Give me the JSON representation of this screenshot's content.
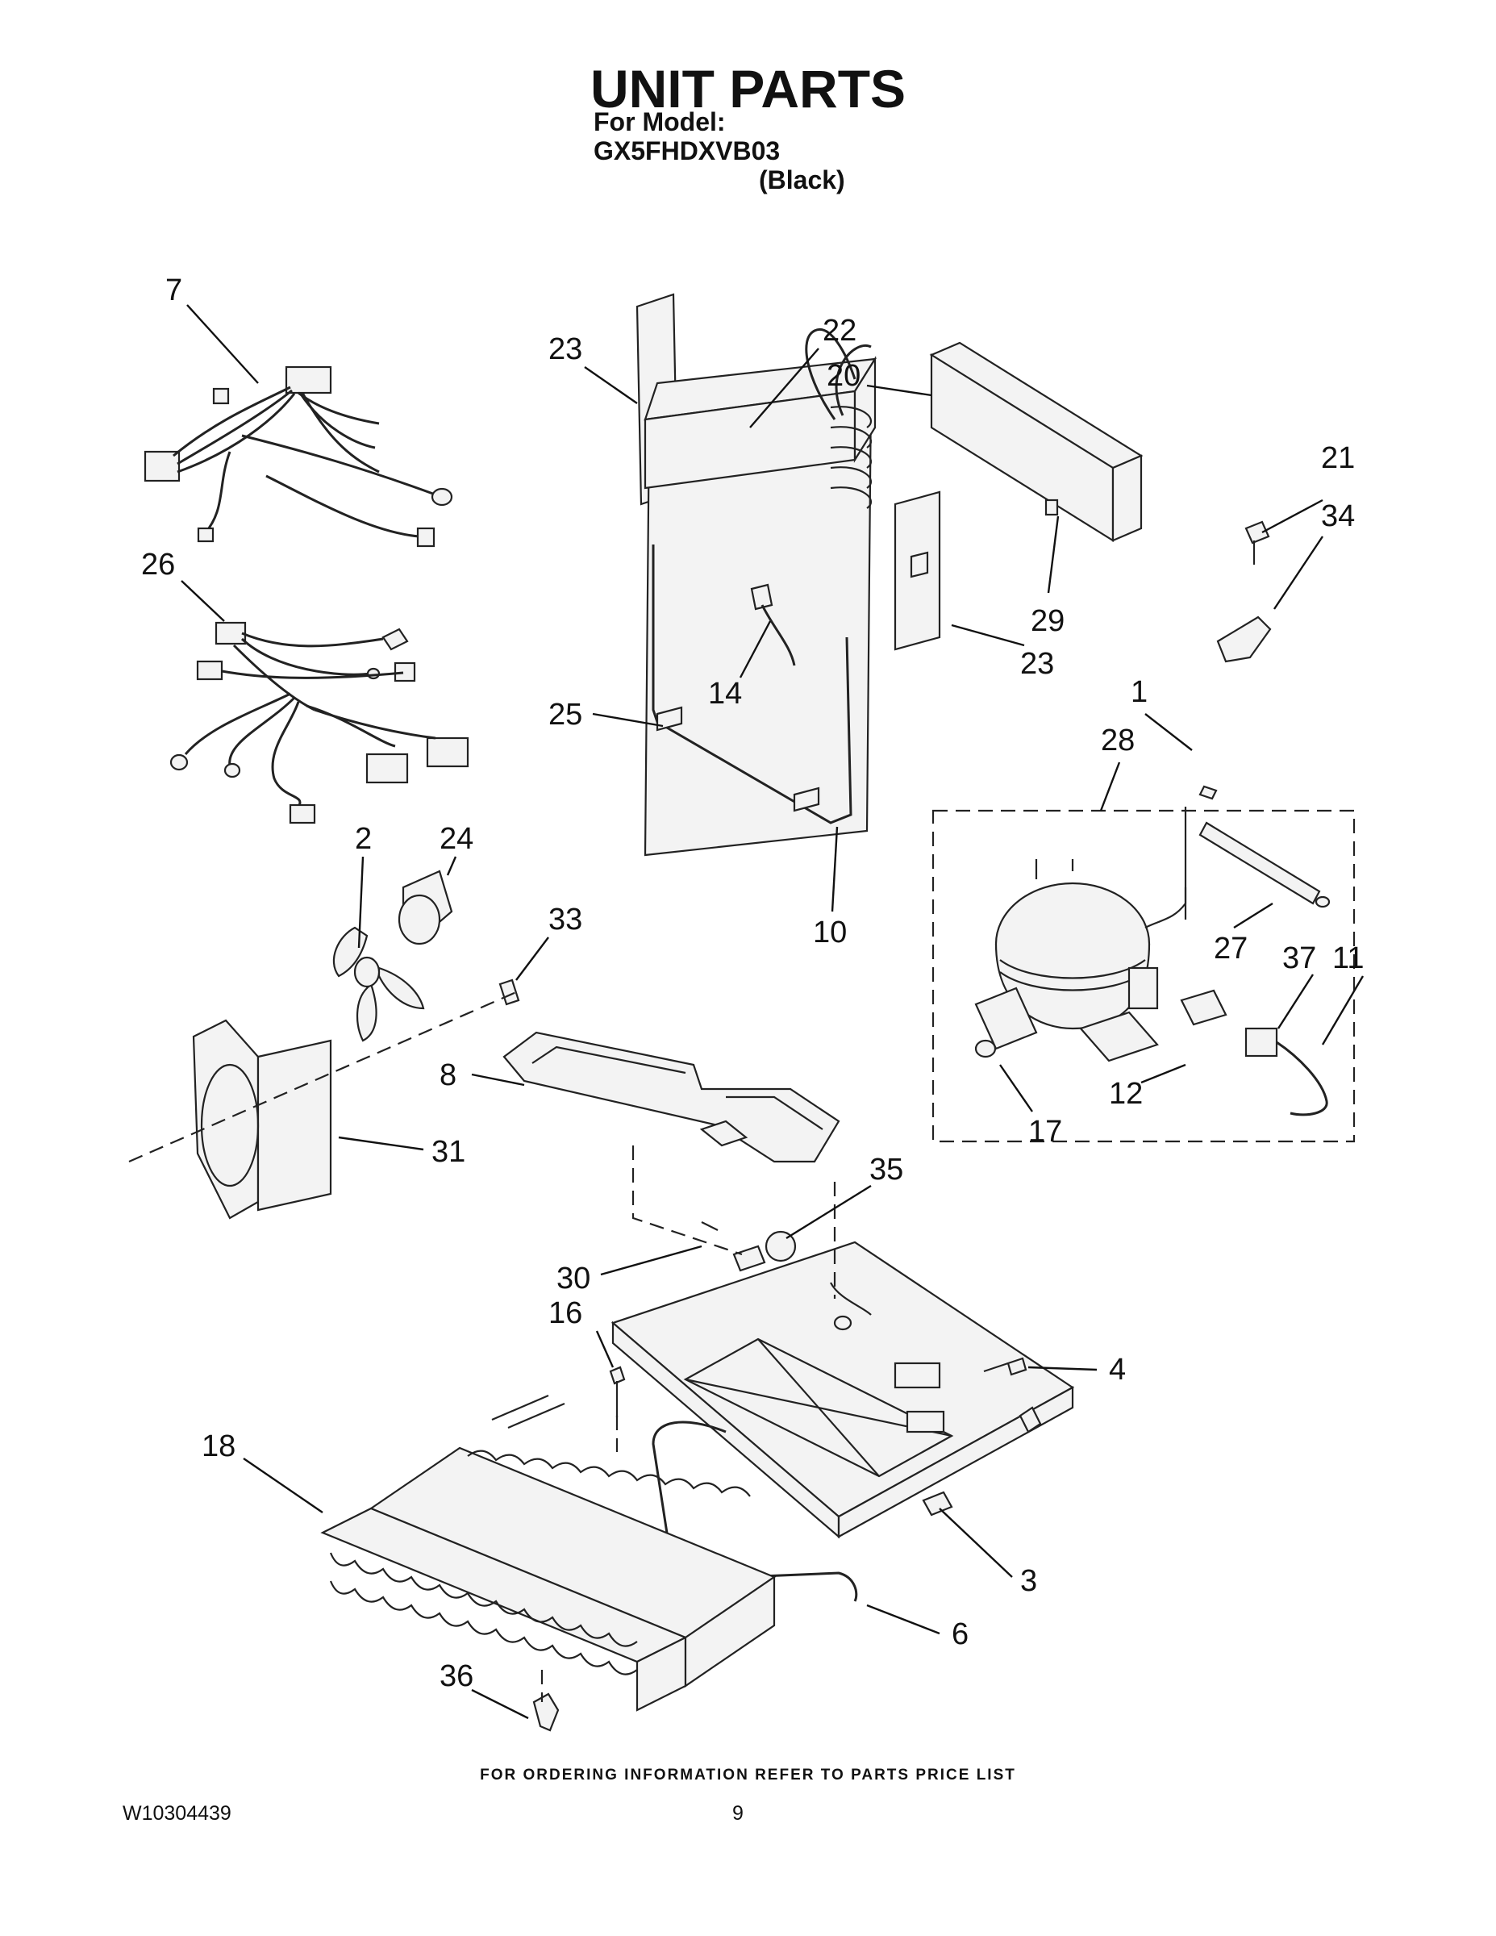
{
  "title": "UNIT PARTS",
  "model_line": "For Model: GX5FHDXVB03",
  "model_variant": "(Black)",
  "footer_note": "FOR ORDERING INFORMATION REFER TO PARTS PRICE LIST",
  "doc_number": "W10304439",
  "page_number": "9",
  "callouts": {
    "c7": "7",
    "c23a": "23",
    "c22": "22",
    "c20": "20",
    "c21": "21",
    "c34": "34",
    "c26": "26",
    "c29": "29",
    "c23b": "23",
    "c14": "14",
    "c25": "25",
    "c1": "1",
    "c28": "28",
    "c2": "2",
    "c24": "24",
    "c33": "33",
    "c10": "10",
    "c27": "27",
    "c37": "37",
    "c11": "11",
    "c8": "8",
    "c12": "12",
    "c17": "17",
    "c31": "31",
    "c35": "35",
    "c30": "30",
    "c16": "16",
    "c4": "4",
    "c18": "18",
    "c3": "3",
    "c6": "6",
    "c36": "36"
  }
}
